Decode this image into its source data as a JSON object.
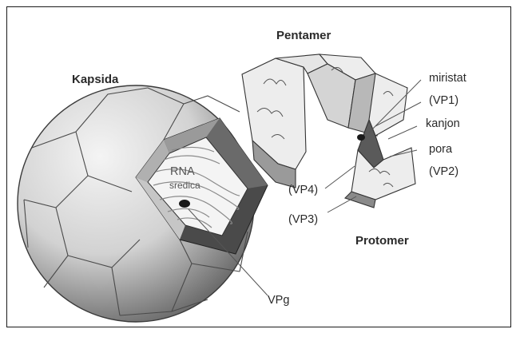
{
  "labels": {
    "pentamer": "Pentamer",
    "kapsida": "Kapsida",
    "protomer": "Protomer",
    "rna": "RNA",
    "rna_sub": "sredica",
    "miristat": "miristat",
    "vp1": "(VP1)",
    "kanjon": "kanjon",
    "pora": "pora",
    "vp2": "(VP2)",
    "vp4": "(VP4)",
    "vp3": "(VP3)",
    "vpg": "VPg"
  },
  "colors": {
    "sphere_light": "#f2f2f2",
    "sphere_dark": "#6e6e6e",
    "outline": "#3a3a3a",
    "wedge_dark": "#4a4a4a",
    "wedge_mid": "#8a8a8a",
    "wedge_light": "#c8c8c8"
  }
}
